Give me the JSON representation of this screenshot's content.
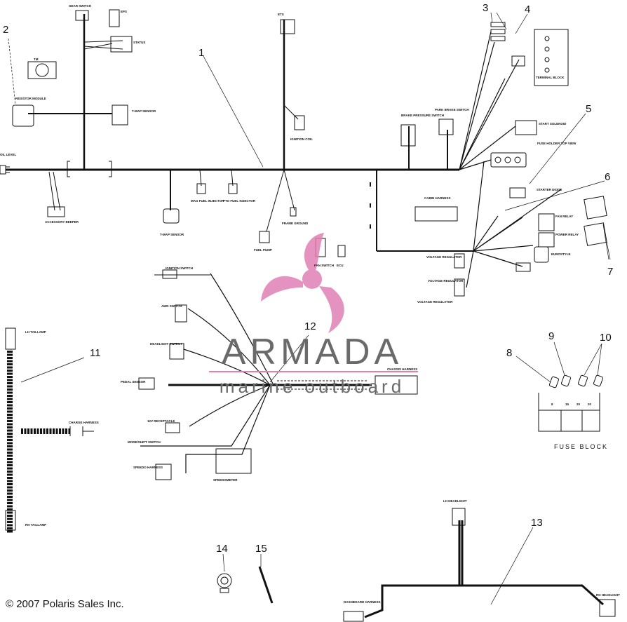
{
  "callouts": [
    "1",
    "2",
    "3",
    "4",
    "5",
    "6",
    "7",
    "8",
    "9",
    "10",
    "11",
    "12",
    "13",
    "14",
    "15"
  ],
  "labels": {
    "gear_switch": "GEAR SWITCH",
    "eps": "EPS",
    "status": "STATUS",
    "tm": "TM",
    "resistor_module": "RESISTOR MODULE",
    "tmap_sensor": "T-MAP SENSOR",
    "ets": "ETS",
    "ignition_coil": "IGNITION COIL",
    "brake_pressure_switch": "BRAKE PRESSURE SWITCH",
    "park_brake_switch": "PARK BRAKE SWITCH",
    "start_solenoid": "START SOLENOID",
    "fuse_holder": "FUSE HOLDER TOP VIEW",
    "terminal_block": "TERMINAL BLOCK",
    "oil_level": "OIL LEVEL",
    "accessory_beeper": "ACCESSORY BEEPER",
    "mag_fuel_injector": "MAG FUEL INJECTOR",
    "pto_fuel_injector": "PTO FUEL INJECTOR",
    "tmap_sensor_2": "T-MAP SENSOR",
    "frame_ground": "FRAME GROUND",
    "fuel_pump": "FUEL PUMP",
    "fan_switch": "FAN SWITCH",
    "ecu": "ECU",
    "cabin_harness": "CABIN HARNESS",
    "starter_diode": "STARTER DIODE",
    "fan_relay": "FAN RELAY",
    "power_relay": "POWER RELAY",
    "eurostyle": "EUROSTYLE",
    "voltage_regulator_1": "VOLTAGE REGULATOR",
    "voltage_regulator_2": "VOLTAGE REGULATOR",
    "voltage_regulator_3": "VOLTAGE REGULATOR",
    "ignition_switch": "IGNITION SWITCH",
    "awd_switch": "AWD SWITCH",
    "headlight_switch": "HEADLIGHT SWITCH",
    "pedal_sensor": "PEDAL SENSOR",
    "dc_receptacle": "12V RECEPTACLE",
    "mode_switch": "MODE/SHIFT SWITCH",
    "speedo_harness": "SPEEDO HARNESS",
    "speedometer": "SPEEDOMETER",
    "chassis_harness": "CHASSIS HARNESS",
    "charge_harness": "CHARGE HARNESS",
    "lh_taillamp": "LH TAILLAMP",
    "rh_taillamp": "RH TAILLAMP",
    "fuse_block": "FUSE BLOCK",
    "fuse_8": "8",
    "fuse_15": "15",
    "fuse_20a": "20",
    "fuse_20b": "20",
    "lh_headlight": "LH HEADLIGHT",
    "rh_headlight": "RH HEADLIGHT",
    "dashboard_harness": "DASHBOARD HARNESS"
  },
  "watermark": {
    "brand": "ARMADA",
    "tagline": "marine outboard",
    "brand_color": "#6a6a6a",
    "logo_color": "#e07fb4"
  },
  "copyright": "© 2007 Polaris Sales Inc."
}
